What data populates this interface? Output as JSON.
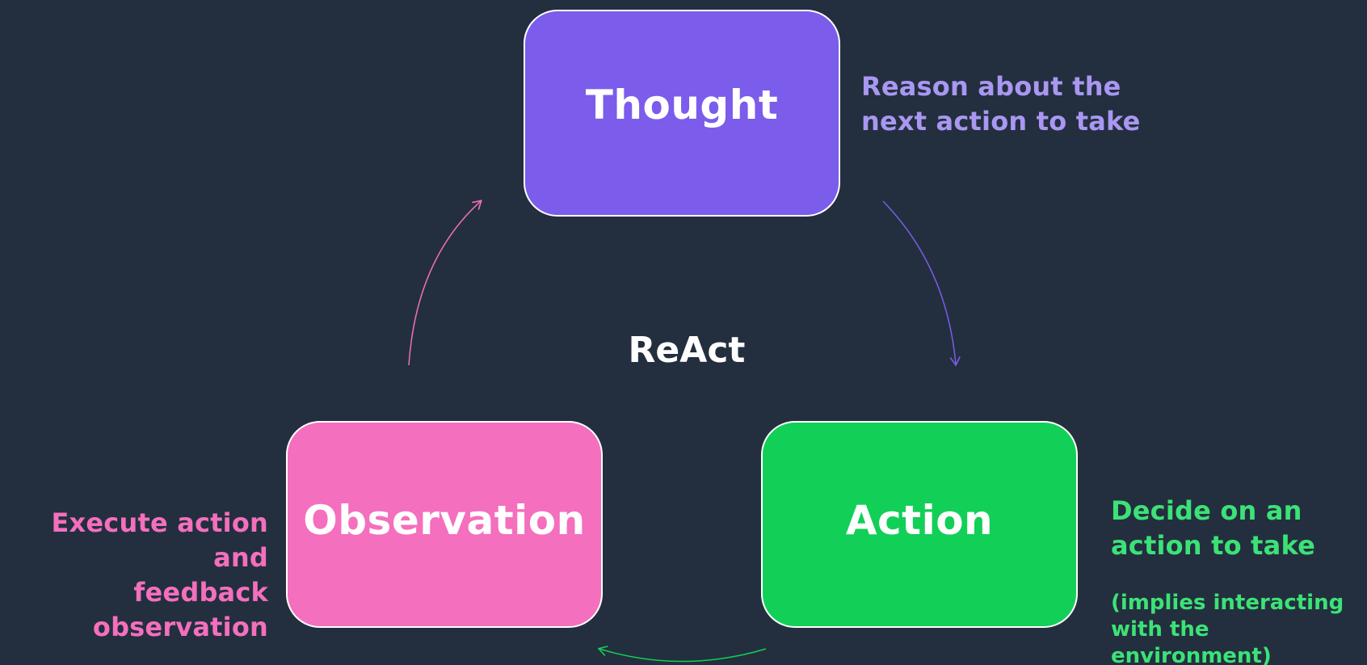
{
  "center": {
    "label": "ReAct"
  },
  "thought": {
    "label": "Thought",
    "description": "Reason about the\nnext action to take",
    "color": "#7b5ceb"
  },
  "action": {
    "label": "Action",
    "description": "Decide on an\naction to take",
    "note": "(implies interacting\nwith the environment)",
    "color": "#12cf58"
  },
  "observation": {
    "label": "Observation",
    "description": "Execute action and\nfeedback\nobservation",
    "color": "#f46fbd"
  },
  "background": "#232f3e"
}
